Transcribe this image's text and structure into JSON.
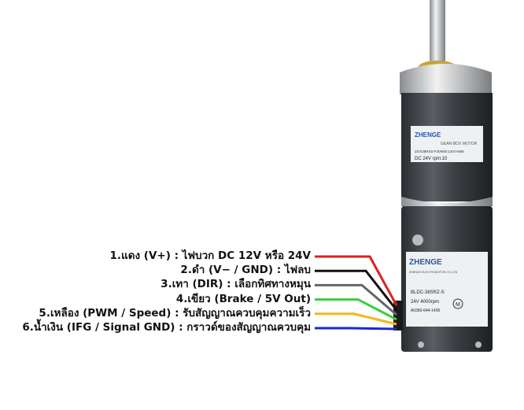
{
  "wires": [
    {
      "label": "1.แดง (V+) : ไฟบวก DC 12V หรือ 24V",
      "color": "#e02020"
    },
    {
      "label": "2.ดำ (V− / GND) : ไฟลบ",
      "color": "#111111"
    },
    {
      "label": "3.เทา (DIR) : เลือกทิศทางหมุน",
      "color": "#666666"
    },
    {
      "label": "4.เขียว (Brake / 5V Out)",
      "color": "#3ccc3c"
    },
    {
      "label": "5.เหลือง (PWM / Speed) : รับสัญญาณควบคุมความเร็ว",
      "color": "#f0b820"
    },
    {
      "label": "6.น้ำเงิน (IFG / Signal GND) : กราวด์ของสัญญาณควบคุม",
      "color": "#1a2ad0"
    }
  ],
  "gearbox_label": {
    "brand": "ZHENGE",
    "type": "GEAR-BOX MOTOR",
    "model": "ZGX38RSS-F30N/M:1407A806",
    "spec": "DC 24V   rpm:10"
  },
  "motor_label": {
    "brand": "ZHENGE",
    "company": "ZHENGE ELECTROMOTOR CO.,LTD",
    "model": "BLDC-38SRZ-S",
    "spec": "24V  4000rpm",
    "code": "A0383-644-1406",
    "badge": "M"
  }
}
